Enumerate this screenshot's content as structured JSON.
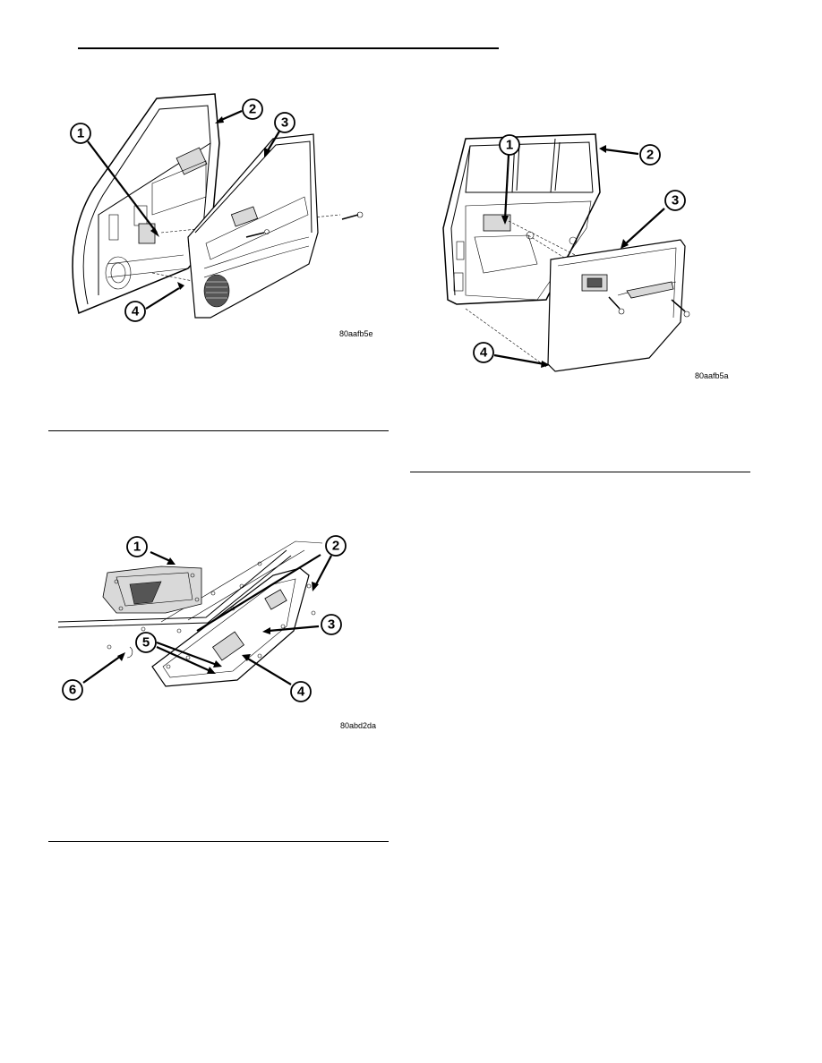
{
  "figures": [
    {
      "id": "front-door-trim-panel",
      "code": "80aafb5e",
      "callouts": [
        "1",
        "2",
        "3",
        "4"
      ]
    },
    {
      "id": "rear-door-trim-panel",
      "code": "80aafb5a",
      "callouts": [
        "1",
        "2",
        "3",
        "4"
      ]
    },
    {
      "id": "door-handle-bezel",
      "code": "80abd2da",
      "callouts": [
        "1",
        "2",
        "3",
        "4",
        "5",
        "6"
      ]
    }
  ]
}
